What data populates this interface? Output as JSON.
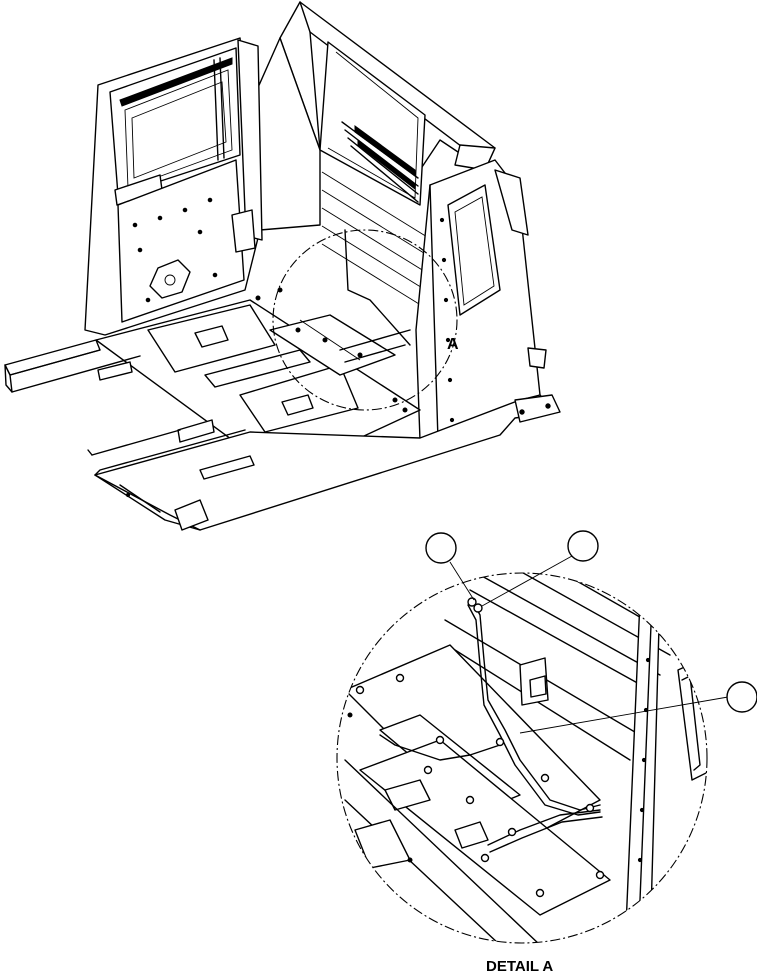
{
  "figure": {
    "detail_letter": "A",
    "detail_caption": "DETAIL A"
  },
  "callouts": [
    {
      "id": "callout-1",
      "number": ""
    },
    {
      "id": "callout-2",
      "number": ""
    },
    {
      "id": "callout-3",
      "number": ""
    }
  ],
  "colors": {
    "line": "#000000",
    "background": "#ffffff"
  }
}
